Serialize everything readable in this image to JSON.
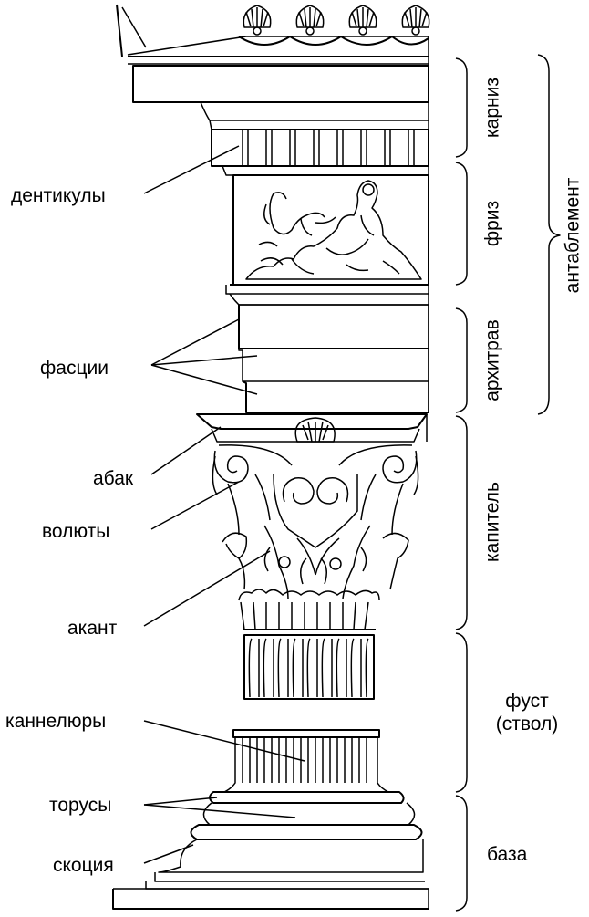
{
  "left_labels": {
    "denticules": "дентикулы",
    "fascia": "фасции",
    "abacus": "абак",
    "volutes": "волюты",
    "acanthus": "акант",
    "flutes": "каннелюры",
    "tori": "торусы",
    "scotia": "скоция"
  },
  "right_labels": {
    "cornice": "карниз",
    "frieze": "фриз",
    "architrave": "архитрав",
    "entablature": "антаблемент",
    "capital": "капитель",
    "shaft_line1": "фуст",
    "shaft_line2": "(ствол)",
    "base": "база"
  }
}
